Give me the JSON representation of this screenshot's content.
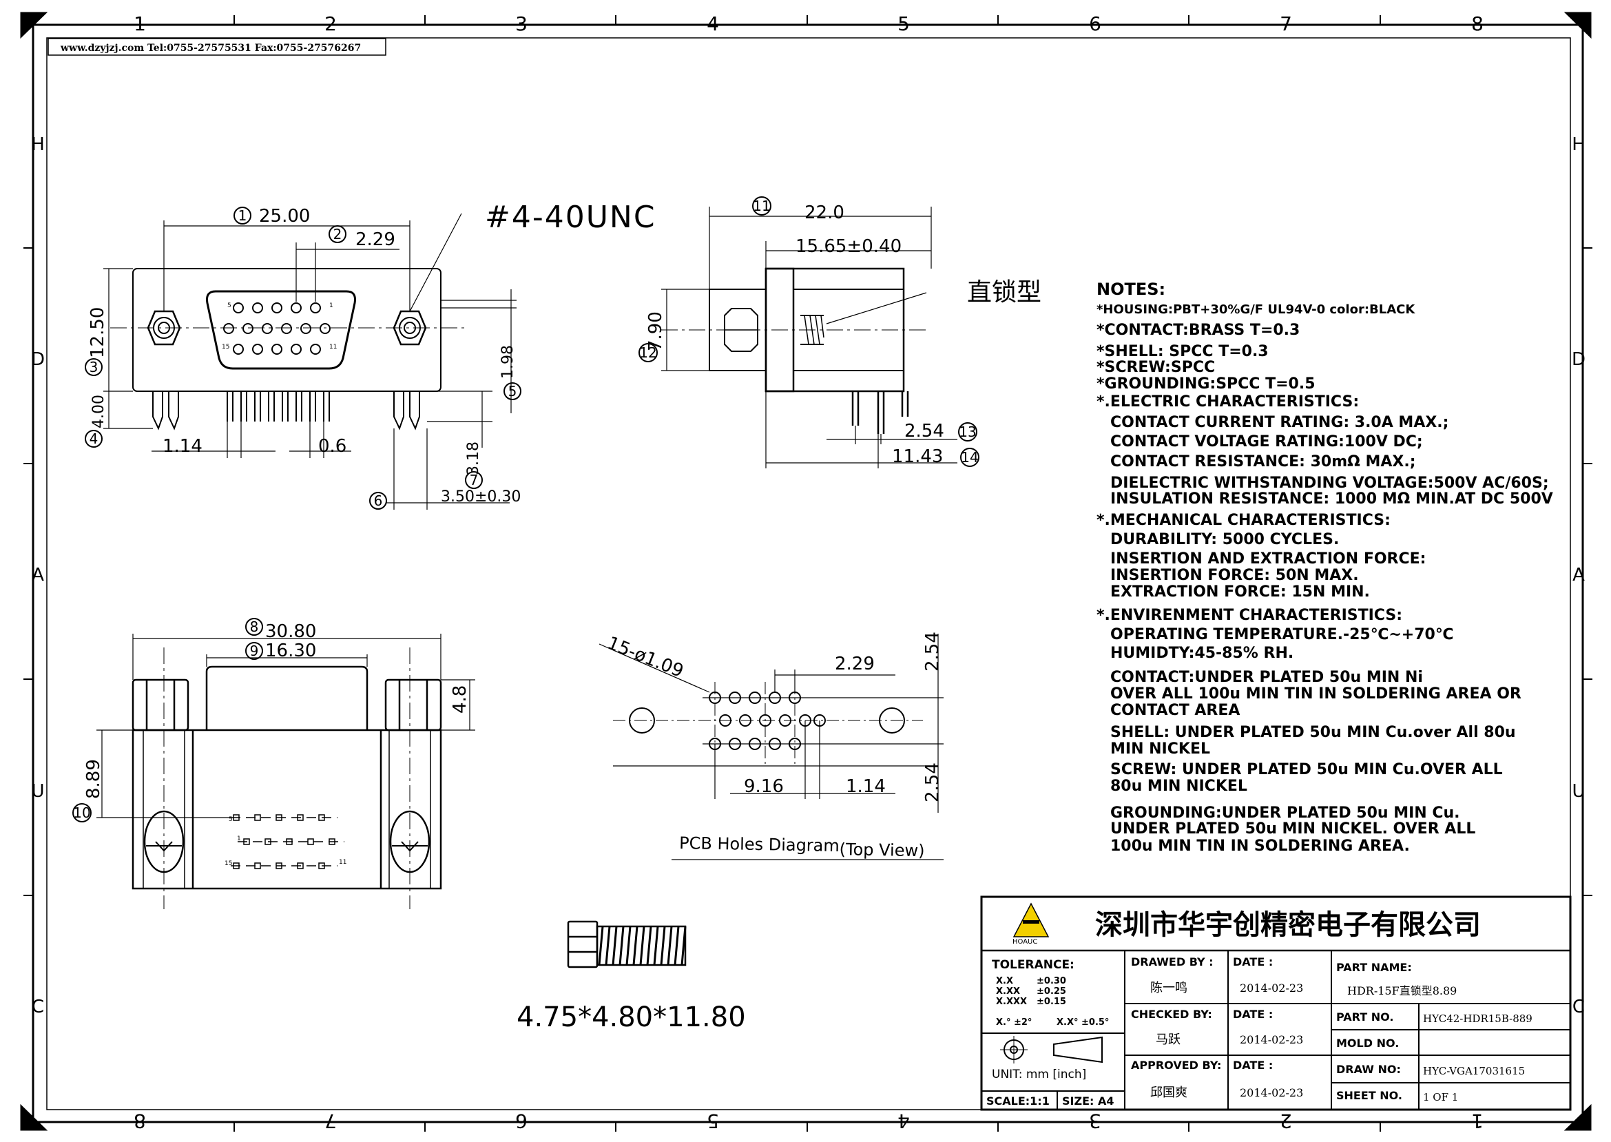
{
  "frame": {
    "columns_top": [
      "1",
      "2",
      "3",
      "4",
      "5",
      "6",
      "7",
      "8"
    ],
    "columns_bottom": [
      "8",
      "7",
      "6",
      "5",
      "4",
      "3",
      "2",
      "1"
    ],
    "rows_left": [
      "H",
      "D",
      "A",
      "U",
      "C"
    ],
    "rows_right": [
      "H",
      "D",
      "A",
      "U",
      "C"
    ],
    "header_stamp": "www.dzyjzj.com  Tel:0755-27575531  Fax:0755-27576267"
  },
  "front_view": {
    "thread_label": "#4-40UNC",
    "dims": {
      "d1": "25.00",
      "d2": "2.29",
      "d3": "12.50",
      "d4": "4.00",
      "d5": "1.98",
      "d6": "1.14",
      "d6b": "0.6",
      "d7": "3.18",
      "d8": "3.50±0.30"
    },
    "pin_labels": {
      "p5": "5",
      "p1": "1",
      "p15": "15",
      "p11": "11"
    },
    "callouts": {
      "c1": "1",
      "c2": "2",
      "c3": "3",
      "c4": "4",
      "c5": "5",
      "c6": "6",
      "c7": "7"
    }
  },
  "side_view": {
    "lock_label": "直锁型",
    "dims": {
      "d11": "22.0",
      "d11b": "15.65±0.40",
      "d12": "7.90",
      "d13": "2.54",
      "d14": "11.43"
    },
    "callouts": {
      "c11": "11",
      "c12": "12",
      "c13": "13",
      "c14": "14"
    }
  },
  "bottom_view": {
    "dims": {
      "d8": "30.80",
      "d9": "16.30",
      "d48": "4.8",
      "d10": "8.89"
    },
    "callouts": {
      "c8": "8",
      "c9": "9",
      "c10": "10"
    },
    "pin_labels": {
      "p5": "5",
      "p1": "1",
      "p15": "15",
      "p11": "11"
    }
  },
  "pcb": {
    "holes_label": "15-ø1.09",
    "dims": {
      "pitch": "2.29",
      "row_top": "2.54",
      "row_bot": "2.54",
      "off": "9.16",
      "pitch2": "1.14"
    },
    "title": "PCB Holes Diagram",
    "title_suffix": "(Top View)"
  },
  "screw": {
    "size": "4.75*4.80*11.80"
  },
  "notes": {
    "title": "NOTES:",
    "lines": [
      "*HOUSING:PBT+30%G/F  UL94V-0  color:BLACK",
      "*CONTACT:BRASS    T=0.3",
      "*SHELL:  SPCC        T=0.3",
      "*SCREW:SPCC",
      "*GROUNDING:SPCC  T=0.5",
      "*.ELECTRIC  CHARACTERISTICS:",
      "CONTACT  CURRENT  RATING:  3.0A  MAX.;",
      "CONTACT  VOLTAGE  RATING:100V  DC;",
      "CONTACT  RESISTANCE:  30mΩ  MAX.;",
      "DIELECTRIC  WITHSTANDING  VOLTAGE:500V  AC/60S;",
      "INSULATION  RESISTANCE:  1000  MΩ  MIN.AT  DC  500V",
      "*.MECHANICAL  CHARACTERISTICS:",
      "DURABILITY:  5000  CYCLES.",
      "INSERTION  AND  EXTRACTION  FORCE:",
      "INSERTION  FORCE:     50N  MAX.",
      "EXTRACTION  FORCE:  15N  MIN.",
      "*.ENVIRENMENT  CHARACTERISTICS:",
      "OPERATING  TEMPERATURE.-25℃~+70℃",
      "HUMIDTY:45-85%  RH.",
      "CONTACT:UNDER    PLATED  50u   MIN  Ni",
      "OVER  ALL  100u   MIN  TIN  IN  SOLDERING  AREA  OR",
      "CONTACT  AREA",
      "SHELL:  UNDER  PLATED  50u   MIN  Cu.over  All  80u",
      "MIN  NICKEL",
      "SCREW:  UNDER  PLATED  50u   MIN  Cu.OVER  ALL",
      "80u   MIN  NICKEL",
      "GROUNDING:UNDER    PLATED  50u   MIN  Cu.",
      "UNDER    PLATED  50u   MIN  NICKEL.  OVER  ALL",
      "100u   MIN  TIN  IN  SOLDERING  AREA."
    ]
  },
  "title_block": {
    "company": "深圳市华宇创精密电子有限公司",
    "logo_text": "HOAUC",
    "tolerance_label": "TOLERANCE:",
    "tol_rows": [
      [
        "X.X",
        "±0.30"
      ],
      [
        "X.XX",
        "±0.25"
      ],
      [
        "X.XXX",
        "±0.15"
      ]
    ],
    "angle_tol": [
      "X.°  ±2°",
      "X.X°  ±0.5°"
    ],
    "unit": "UNIT:  mm  [inch]",
    "scale": "SCALE:1:1",
    "size": "SIZE:  A4",
    "drawn_by_label": "DRAWED  BY :",
    "drawn_by": "陈一鸣",
    "checked_by_label": "CHECKED  BY:",
    "checked_by": "马跃",
    "approved_by_label": "APPROVED  BY:",
    "approved_by": "邱国爽",
    "date_label": "DATE  :",
    "date1": "2014-02-23",
    "date2": "2014-02-23",
    "date3": "2014-02-23",
    "part_name_label": "PART  NAME:",
    "part_name": "HDR-15F直锁型8.89",
    "part_no_label": "PART  NO.",
    "part_no": "HYC42-HDR15B-889",
    "mold_no_label": "MOLD  NO.",
    "mold_no": "",
    "draw_no_label": "DRAW  NO:",
    "draw_no": "HYC-VGA17031615",
    "sheet_no_label": "SHEET  NO.",
    "sheet_no": "1  OF  1"
  }
}
